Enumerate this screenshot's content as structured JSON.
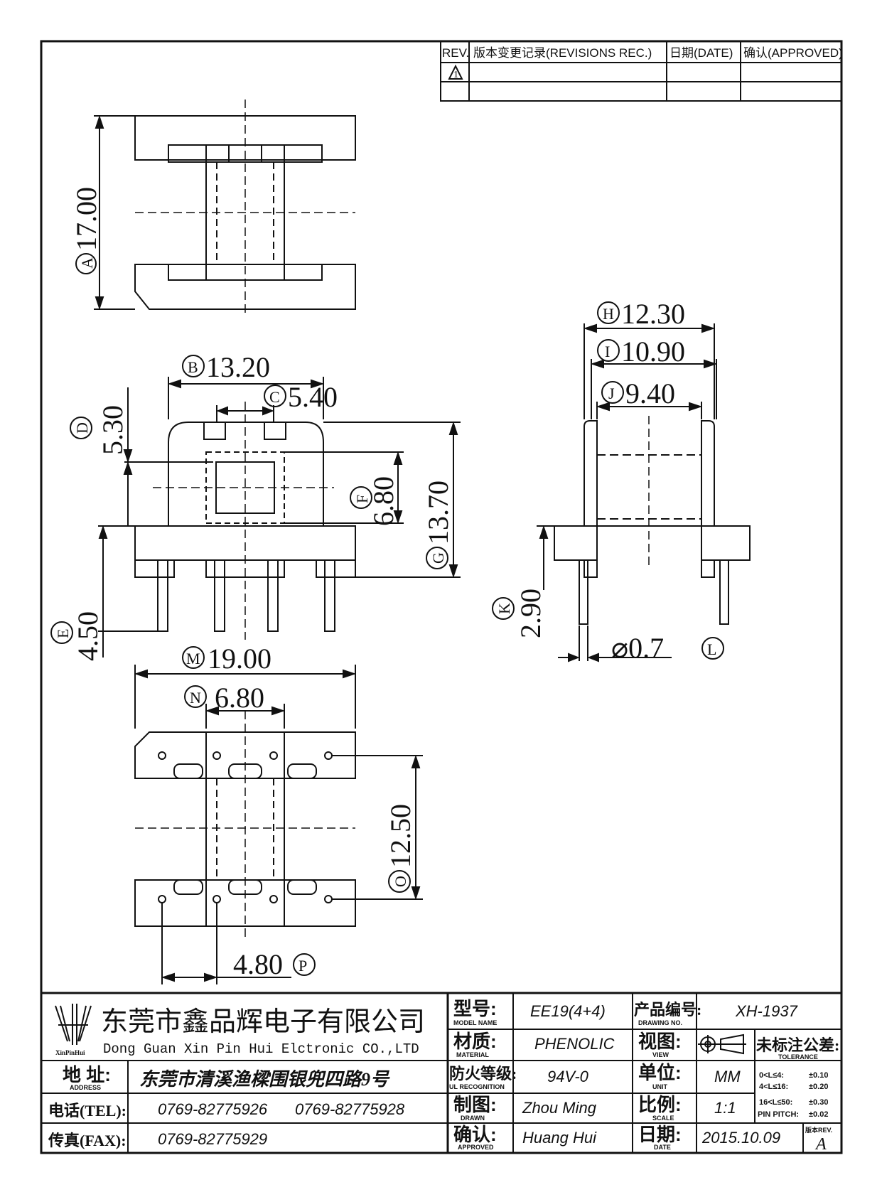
{
  "revision_block": {
    "rev_header": "REV.",
    "record_header": "版本变更记录(REVISIONS REC.)",
    "date_header": "日期(DATE)",
    "approved_header": "确认(APPROVED)",
    "rev_symbol": "1"
  },
  "dimensions": {
    "A": {
      "marker": "A",
      "value": "17.00"
    },
    "B": {
      "marker": "B",
      "value": "13.20"
    },
    "C": {
      "marker": "C",
      "value": "5.40"
    },
    "D": {
      "marker": "D",
      "value": "5.30"
    },
    "E": {
      "marker": "E",
      "value": "4.50"
    },
    "F": {
      "marker": "F",
      "value": "6.80"
    },
    "G": {
      "marker": "G",
      "value": "13.70"
    },
    "H": {
      "marker": "H",
      "value": "12.30"
    },
    "I": {
      "marker": "I",
      "value": "10.90"
    },
    "J": {
      "marker": "J",
      "value": "9.40"
    },
    "K": {
      "marker": "K",
      "value": "2.90"
    },
    "L": {
      "marker": "L",
      "value": "⌀0.7"
    },
    "M": {
      "marker": "M",
      "value": "19.00"
    },
    "N": {
      "marker": "N",
      "value": "6.80"
    },
    "O": {
      "marker": "O",
      "value": "12.50"
    },
    "P": {
      "marker": "P",
      "value": "4.80"
    }
  },
  "title_block": {
    "logo_text": "XinPinHui",
    "company_cn": "东莞市鑫品辉电子有限公司",
    "company_en": "Dong Guan Xin Pin Hui Elctronic CO.,LTD",
    "address_label": "地  址:",
    "address_sub": "ADDRESS",
    "address_value": "东莞市清溪渔樑围银兜四路9号",
    "tel_label": "电话(TEL):",
    "tel_value_1": "0769-82775926",
    "tel_value_2": "0769-82775928",
    "fax_label": "传真(FAX):",
    "fax_value": "0769-82775929",
    "model_label": "型号:",
    "model_sub": "MODEL NAME",
    "model_value": "EE19(4+4)",
    "material_label": "材质:",
    "material_sub": "MATERIAL",
    "material_value": "PHENOLIC",
    "fire_label": "防火等级:",
    "fire_sub": "UL RECOGNITION",
    "fire_value": "94V-0",
    "drawn_label": "制图:",
    "drawn_sub": "DRAWN",
    "drawn_value": "Zhou Ming",
    "approved_label": "确认:",
    "approved_sub": "APPROVED",
    "approved_value": "Huang Hui",
    "drawing_no_label": "产品编号:",
    "drawing_no_sub": "DRAWING NO.",
    "drawing_no_value": "XH-1937",
    "view_label": "视图:",
    "view_sub": "VIEW",
    "unit_label": "单位:",
    "unit_sub": "UNIT",
    "unit_value": "MM",
    "scale_label": "比例:",
    "scale_sub": "SCALE",
    "scale_value": "1:1",
    "date_label": "日期:",
    "date_sub": "DATE",
    "date_value": "2015.10.09",
    "tolerance_label": "未标注公差:",
    "tolerance_sub": "TOLERANCE",
    "tolerance_rows": [
      {
        "range": "0<L≤4:",
        "value": "±0.10"
      },
      {
        "range": "4<L≤16:",
        "value": "±0.20"
      },
      {
        "range": "16<L≤50:",
        "value": "±0.30"
      },
      {
        "range": "PIN PITCH:",
        "value": "±0.02"
      }
    ],
    "rev_label": "版本REV.",
    "rev_value": "A"
  }
}
